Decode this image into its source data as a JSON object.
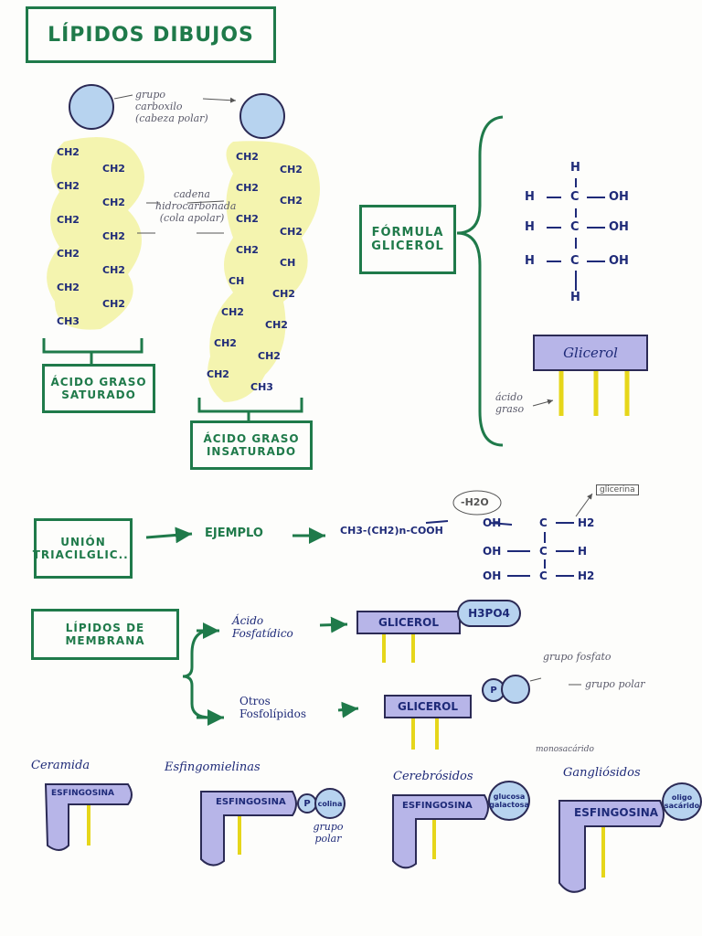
{
  "title": "LÍPIDOS DIBUJOS",
  "saturated": {
    "head_label": "grupo carboxilo (cabeza polar)",
    "chain_label": "cadena hidrocarbonada (cola apolar)",
    "chain_rows": [
      [
        "CH2",
        "CH2"
      ],
      [
        "CH2",
        "CH2"
      ],
      [
        "CH2",
        "CH2"
      ],
      [
        "CH2",
        "CH2"
      ],
      [
        "CH2",
        "CH2"
      ],
      [
        "CH3",
        ""
      ]
    ],
    "box": "ÁCIDO GRASO SATURADO"
  },
  "unsaturated": {
    "chain_rows": [
      [
        "CH2",
        "CH2"
      ],
      [
        "CH2",
        "CH2"
      ],
      [
        "CH2",
        "CH2"
      ],
      [
        "CH2",
        "CH"
      ],
      [
        "CH",
        "CH2"
      ],
      [
        "CH2",
        "CH2"
      ],
      [
        "CH2",
        "CH2"
      ],
      [
        "CH2",
        "CH3"
      ]
    ],
    "box": "ÁCIDO GRASO INSATURADO"
  },
  "glicerol": {
    "box": "FÓRMULA GLICEROL",
    "rows": [
      [
        "H",
        "C",
        "OH"
      ],
      [
        "H",
        "C",
        "OH"
      ],
      [
        "H",
        "C",
        "OH"
      ]
    ],
    "top": "H",
    "bottom": "H",
    "bar_label": "Glicerol",
    "acid_label": "ácido graso"
  },
  "union": {
    "box": "UNIÓN TRIACILGLIC...",
    "ejemplo": "EJEMPLO",
    "acid": "CH3-(CH2)n-COOH",
    "water": "-H2O",
    "glicerina": "glicerina",
    "rows": [
      [
        "OH",
        "C",
        "H2"
      ],
      [
        "OH",
        "C",
        "H"
      ],
      [
        "OH",
        "C",
        "H2"
      ]
    ]
  },
  "membrana": {
    "box": "LÍPIDOS DE MEMBRANA",
    "fosfatidico": "Ácido Fosfatídico",
    "glicerol1": "GLICEROL",
    "h3po4": "H3PO4",
    "otros": "Otros Fosfolípidos",
    "glicerol2": "GLICEROL",
    "p": "P",
    "grupo_fosfato": "grupo fosfato",
    "grupo_polar": "grupo polar"
  },
  "esfingo": {
    "ceramida": "Ceramida",
    "esfingomielinas": "Esfingomielinas",
    "cerebrosidos": "Cerebrósidos",
    "gangliosidos": "Gangliósidos",
    "esfingosina": "ESFINGOSINA",
    "p": "P",
    "colina": "colina",
    "grupo_polar": "grupo polar",
    "monosacarido": "monosacárido",
    "glucosa": "glucosa galactosa",
    "oligo": "oligo sacárido"
  },
  "colors": {
    "green": "#1f7a4a",
    "navy": "#1e2a78",
    "highlight": "#f3f3a6",
    "purple": "#b7b5e8",
    "lightblue": "#b7d3ef"
  }
}
